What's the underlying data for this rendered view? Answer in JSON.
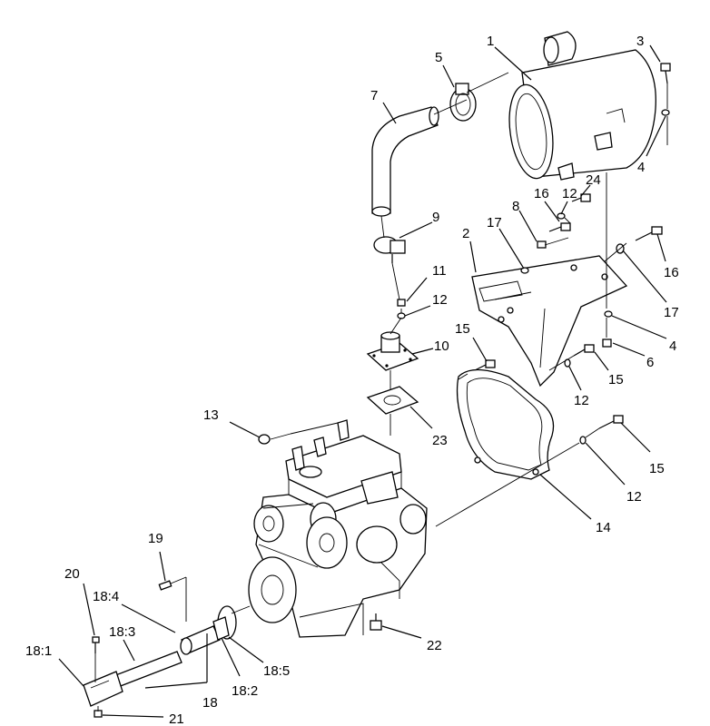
{
  "callouts": [
    {
      "id": "c-1",
      "text": "1"
    },
    {
      "id": "c-3",
      "text": "3"
    },
    {
      "id": "c-5",
      "text": "5"
    },
    {
      "id": "c-7",
      "text": "7"
    },
    {
      "id": "c-4a",
      "text": "4"
    },
    {
      "id": "c-24",
      "text": "24"
    },
    {
      "id": "c-16a",
      "text": "16"
    },
    {
      "id": "c-12a",
      "text": "12"
    },
    {
      "id": "c-8",
      "text": "8"
    },
    {
      "id": "c-17a",
      "text": "17"
    },
    {
      "id": "c-9",
      "text": "9"
    },
    {
      "id": "c-2",
      "text": "2"
    },
    {
      "id": "c-16b",
      "text": "16"
    },
    {
      "id": "c-11",
      "text": "11"
    },
    {
      "id": "c-12b",
      "text": "12"
    },
    {
      "id": "c-17b",
      "text": "17"
    },
    {
      "id": "c-15a",
      "text": "15"
    },
    {
      "id": "c-10",
      "text": "10"
    },
    {
      "id": "c-4b",
      "text": "4"
    },
    {
      "id": "c-6",
      "text": "6"
    },
    {
      "id": "c-15b",
      "text": "15"
    },
    {
      "id": "c-12c",
      "text": "12"
    },
    {
      "id": "c-13",
      "text": "13"
    },
    {
      "id": "c-23",
      "text": "23"
    },
    {
      "id": "c-15c",
      "text": "15"
    },
    {
      "id": "c-12d",
      "text": "12"
    },
    {
      "id": "c-14",
      "text": "14"
    },
    {
      "id": "c-19",
      "text": "19"
    },
    {
      "id": "c-20",
      "text": "20"
    },
    {
      "id": "c-18-4",
      "text": "18:4"
    },
    {
      "id": "c-18-3",
      "text": "18:3"
    },
    {
      "id": "c-22",
      "text": "22"
    },
    {
      "id": "c-18-1",
      "text": "18:1"
    },
    {
      "id": "c-18-5",
      "text": "18:5"
    },
    {
      "id": "c-18",
      "text": "18"
    },
    {
      "id": "c-18-2",
      "text": "18:2"
    },
    {
      "id": "c-21",
      "text": "21"
    }
  ]
}
